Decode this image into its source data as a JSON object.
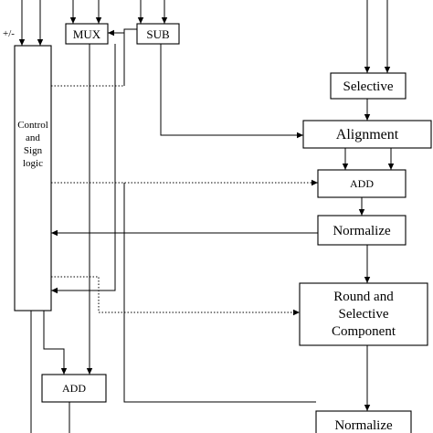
{
  "blocks": {
    "mux": "MUX",
    "sub": "SUB",
    "selective": "Selective",
    "alignment": "Alignment",
    "add_right": "ADD",
    "normalize_mid": "Normalize",
    "round_line1": "Round and",
    "round_line2": "Selective",
    "round_line3": "Component",
    "add_left": "ADD",
    "normalize_bottom": "Normalize",
    "control_line1": "Control",
    "control_line2": "and",
    "control_line3": "Sign",
    "control_line4": "logic"
  },
  "signals": {
    "sign_input": "+/-"
  }
}
